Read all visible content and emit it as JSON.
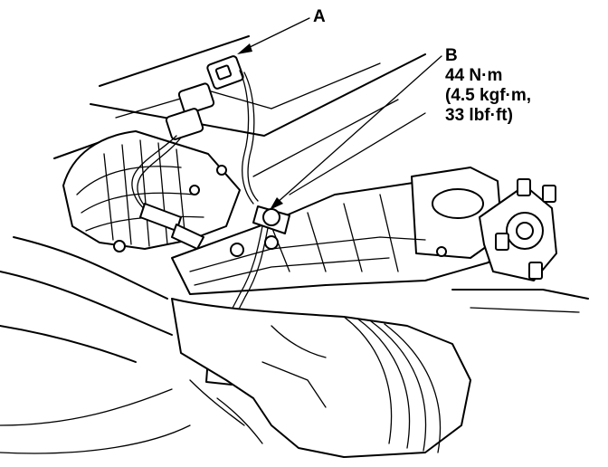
{
  "labels": {
    "a": "A",
    "b": "B",
    "torque_nm": "44 N·m",
    "torque_kgfm": "(4.5 kgf·m,",
    "torque_lbfft": "33 lbf·ft)"
  }
}
